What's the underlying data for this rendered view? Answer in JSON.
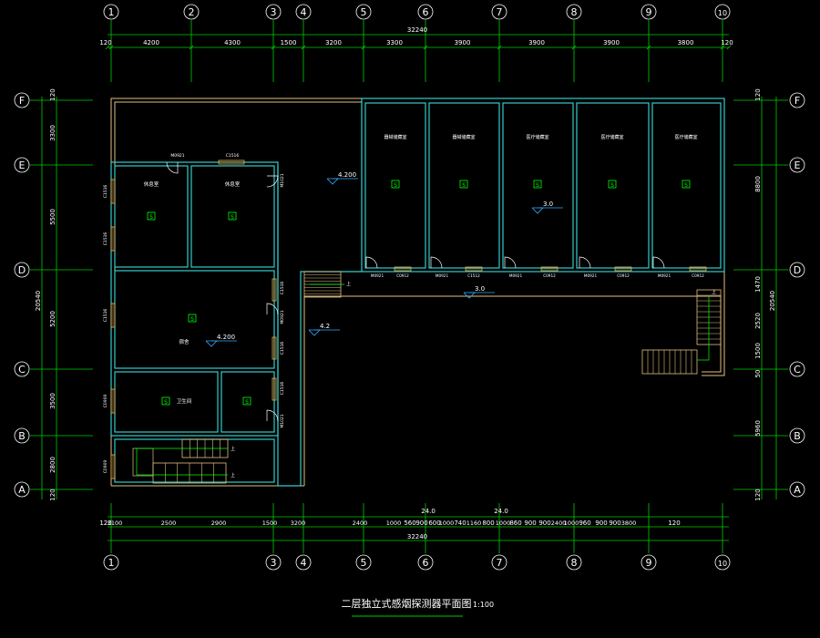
{
  "drawing": {
    "title": "二层独立式感烟探测器平面图",
    "scale": "1:100"
  },
  "colors": {
    "background": "#000000",
    "grid_line": "#00cc00",
    "wall": "#33cccc",
    "outer_wall": "#e0c080",
    "text": "#ffffff",
    "detector": "#00ff00",
    "door": "#e0a040",
    "level_mark": "#33aaff"
  },
  "axes": {
    "columns_top": [
      "1",
      "2",
      "3",
      "4",
      "5",
      "6",
      "7",
      "8",
      "9",
      "10"
    ],
    "columns_bottom": [
      "1",
      "3",
      "4",
      "5",
      "6",
      "7",
      "8",
      "9",
      "10"
    ],
    "rows": [
      "F",
      "E",
      "D",
      "C",
      "B",
      "A"
    ]
  },
  "dimensions": {
    "top_total": "32240",
    "top_segments": [
      "120",
      "4200",
      "4300",
      "1500",
      "3200",
      "3300",
      "3900",
      "3900",
      "3900",
      "3800",
      "120"
    ],
    "bottom_total": "32240",
    "bottom_upper": [
      "24.0",
      "24.0"
    ],
    "bottom_segments": [
      "120",
      "3100",
      "2500",
      "2900",
      "1500",
      "3200",
      "2400",
      "1000",
      "560",
      "900",
      "600",
      "1000",
      "740",
      "1160",
      "800",
      "1000",
      "860",
      "900",
      "900",
      "2400",
      "1000",
      "960",
      "900",
      "900",
      "3800",
      "120"
    ],
    "left_segments": [
      "120",
      "3300",
      "5500",
      "5200",
      "3500",
      "2800",
      "120"
    ],
    "left_total": "20540",
    "right_segments": [
      "120",
      "8800",
      "1470",
      "2520",
      "1500",
      "50",
      "5960",
      "120"
    ],
    "right_total": "20540"
  },
  "rooms": {
    "upper_row": [
      "器械储藏室",
      "器械储藏室",
      "医疗储藏室",
      "医疗储藏室",
      "医疗储藏室"
    ],
    "left_rooms": [
      "休息室",
      "休息室",
      "宿舍",
      "卫生间"
    ]
  },
  "doors": {
    "top": [
      "M0921",
      "C1516"
    ],
    "upper_row": [
      "M0921",
      "C0912",
      "M0921",
      "C1512",
      "M0921",
      "C0912",
      "M0921",
      "C0912",
      "M0921",
      "C0912"
    ],
    "left_side": [
      "C1516",
      "C1516",
      "C1516",
      "C0909"
    ],
    "right_side": [
      "M1021",
      "C1516",
      "M0921",
      "C1516",
      "C1516",
      "M1021"
    ]
  },
  "levels": [
    "4.200",
    "3.0",
    "4.200",
    "3.0",
    "4.2"
  ],
  "stair_labels": [
    "上",
    "上",
    "上",
    "上"
  ],
  "detector_mark": "S"
}
